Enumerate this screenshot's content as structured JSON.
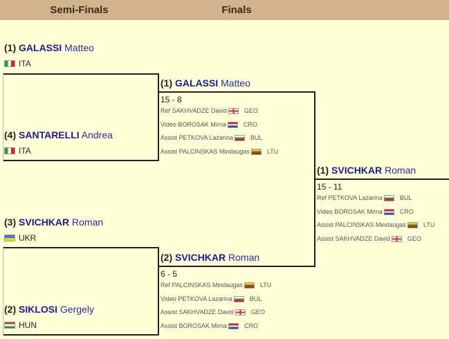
{
  "header": {
    "semi_finals": "Semi-Finals",
    "finals": "Finals"
  },
  "entries": [
    {
      "seed": "(1)",
      "surname": "GALASSI",
      "given": "Matteo",
      "country": "ITA"
    },
    {
      "seed": "(4)",
      "surname": "SANTARELLI",
      "given": "Andrea",
      "country": "ITA"
    },
    {
      "seed": "(3)",
      "surname": "SVICHKAR",
      "given": "Roman",
      "country": "UKR"
    },
    {
      "seed": "(2)",
      "surname": "SIKLOSI",
      "given": "Gergely",
      "country": "HUN"
    }
  ],
  "matches": [
    {
      "winner": {
        "seed": "(1)",
        "surname": "GALASSI",
        "given": "Matteo"
      },
      "score": "15 - 8",
      "officials": [
        {
          "role": "Ref",
          "name": "SAKHVADZE David",
          "country": "GEO"
        },
        {
          "role": "Video",
          "name": "BOROSAK Mirna",
          "country": "CRO"
        },
        {
          "role": "Assist",
          "name": "PETKOVA Lazarina",
          "country": "BUL"
        },
        {
          "role": "Assist",
          "name": "PALCINSKAS Mindaugas",
          "country": "LTU"
        }
      ]
    },
    {
      "winner": {
        "seed": "(2)",
        "surname": "SVICHKAR",
        "given": "Roman"
      },
      "score": "6 - 5",
      "officials": [
        {
          "role": "Ref",
          "name": "PALCINSKAS Mindaugas",
          "country": "LTU"
        },
        {
          "role": "Video",
          "name": "PETKOVA Lazarina",
          "country": "BUL"
        },
        {
          "role": "Assist",
          "name": "SAKHVADZE David",
          "country": "GEO"
        },
        {
          "role": "Assist",
          "name": "BOROSAK Mirna",
          "country": "CRO"
        }
      ]
    },
    {
      "winner": {
        "seed": "(1)",
        "surname": "SVICHKAR",
        "given": "Roman"
      },
      "score": "15 - 11",
      "officials": [
        {
          "role": "Ref",
          "name": "PETKOVA Lazarina",
          "country": "BUL"
        },
        {
          "role": "Video",
          "name": "BOROSAK Mirna",
          "country": "CRO"
        },
        {
          "role": "Assist",
          "name": "PALCINSKAS Mindaugas",
          "country": "LTU"
        },
        {
          "role": "Assist",
          "name": "SAKHVADZE David",
          "country": "GEO"
        }
      ]
    }
  ]
}
